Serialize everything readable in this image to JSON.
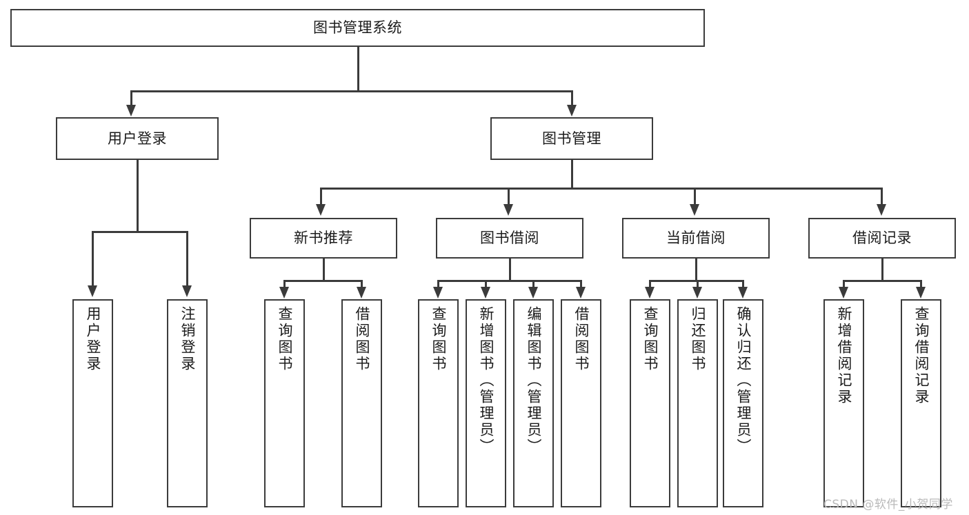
{
  "diagram": {
    "type": "tree-hierarchy",
    "title": "图书管理系统",
    "root": {
      "id": "root",
      "label": "图书管理系统"
    },
    "level2": [
      {
        "id": "user-login",
        "label": "用户登录"
      },
      {
        "id": "book-manage",
        "label": "图书管理"
      }
    ],
    "level3": [
      {
        "id": "new-book-recommend",
        "label": "新书推荐",
        "parent": "book-manage"
      },
      {
        "id": "book-borrow",
        "label": "图书借阅",
        "parent": "book-manage"
      },
      {
        "id": "current-borrow",
        "label": "当前借阅",
        "parent": "book-manage"
      },
      {
        "id": "borrow-record",
        "label": "借阅记录",
        "parent": "book-manage"
      }
    ],
    "leaves": [
      {
        "id": "leaf-user-login",
        "label": "用户登录",
        "parent": "user-login"
      },
      {
        "id": "leaf-user-logout",
        "label": "注销登录",
        "parent": "user-login"
      },
      {
        "id": "leaf-query-book-1",
        "label": "查询图书",
        "parent": "new-book-recommend"
      },
      {
        "id": "leaf-borrow-book-1",
        "label": "借阅图书",
        "parent": "new-book-recommend"
      },
      {
        "id": "leaf-query-book-2",
        "label": "查询图书",
        "parent": "book-borrow"
      },
      {
        "id": "leaf-add-book",
        "label": "新增图书（管理员）",
        "parent": "book-borrow"
      },
      {
        "id": "leaf-edit-book",
        "label": "编辑图书（管理员）",
        "parent": "book-borrow"
      },
      {
        "id": "leaf-borrow-book-2",
        "label": "借阅图书",
        "parent": "book-borrow"
      },
      {
        "id": "leaf-query-book-3",
        "label": "查询图书",
        "parent": "current-borrow"
      },
      {
        "id": "leaf-return-book",
        "label": "归还图书",
        "parent": "current-borrow"
      },
      {
        "id": "leaf-confirm-return",
        "label": "确认归还（管理员）",
        "parent": "current-borrow"
      },
      {
        "id": "leaf-add-record",
        "label": "新增借阅记录",
        "parent": "borrow-record"
      },
      {
        "id": "leaf-query-record",
        "label": "查询借阅记录",
        "parent": "borrow-record"
      }
    ],
    "watermark": "CSDN @软件_小贺同学",
    "colors": {
      "stroke": "#3b3b3b",
      "fill": "#ffffff",
      "text": "#1b1b1b",
      "watermark": "#b9b9b9"
    }
  }
}
